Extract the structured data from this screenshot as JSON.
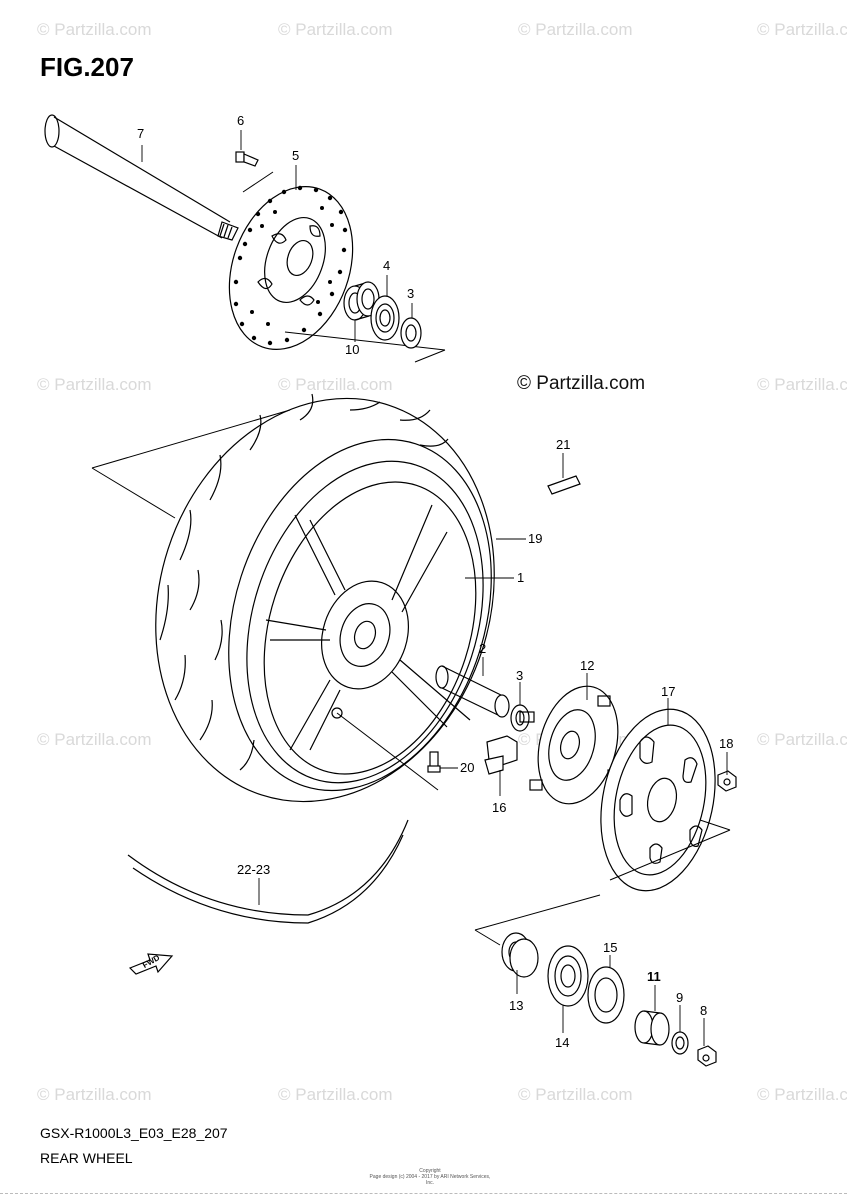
{
  "figure": {
    "title": "FIG.207"
  },
  "brand": "© Partzilla.com",
  "watermark": "© Partzilla.com",
  "footer": {
    "model_code": "GSX-R1000L3_E03_E28_207",
    "section_name": "REAR WHEEL",
    "copyright": "Copyright\nPage design (c) 2004 - 2017 by ARI Network Services, Inc."
  },
  "callouts": {
    "c1": "1",
    "c2": "2",
    "c3a": "3",
    "c3b": "3",
    "c4": "4",
    "c5": "5",
    "c6": "6",
    "c7": "7",
    "c8": "8",
    "c9": "9",
    "c10": "10",
    "c11": "11",
    "c12": "12",
    "c14": "14",
    "c13": "13",
    "c15": "15",
    "c16": "16",
    "c17": "17",
    "c18": "18",
    "c19": "19",
    "c20": "20",
    "c21": "21",
    "c22": "22-23"
  },
  "fwd_marker": "FWD",
  "colors": {
    "line": "#000000",
    "watermark": "#d9d9d9",
    "background": "#ffffff"
  }
}
